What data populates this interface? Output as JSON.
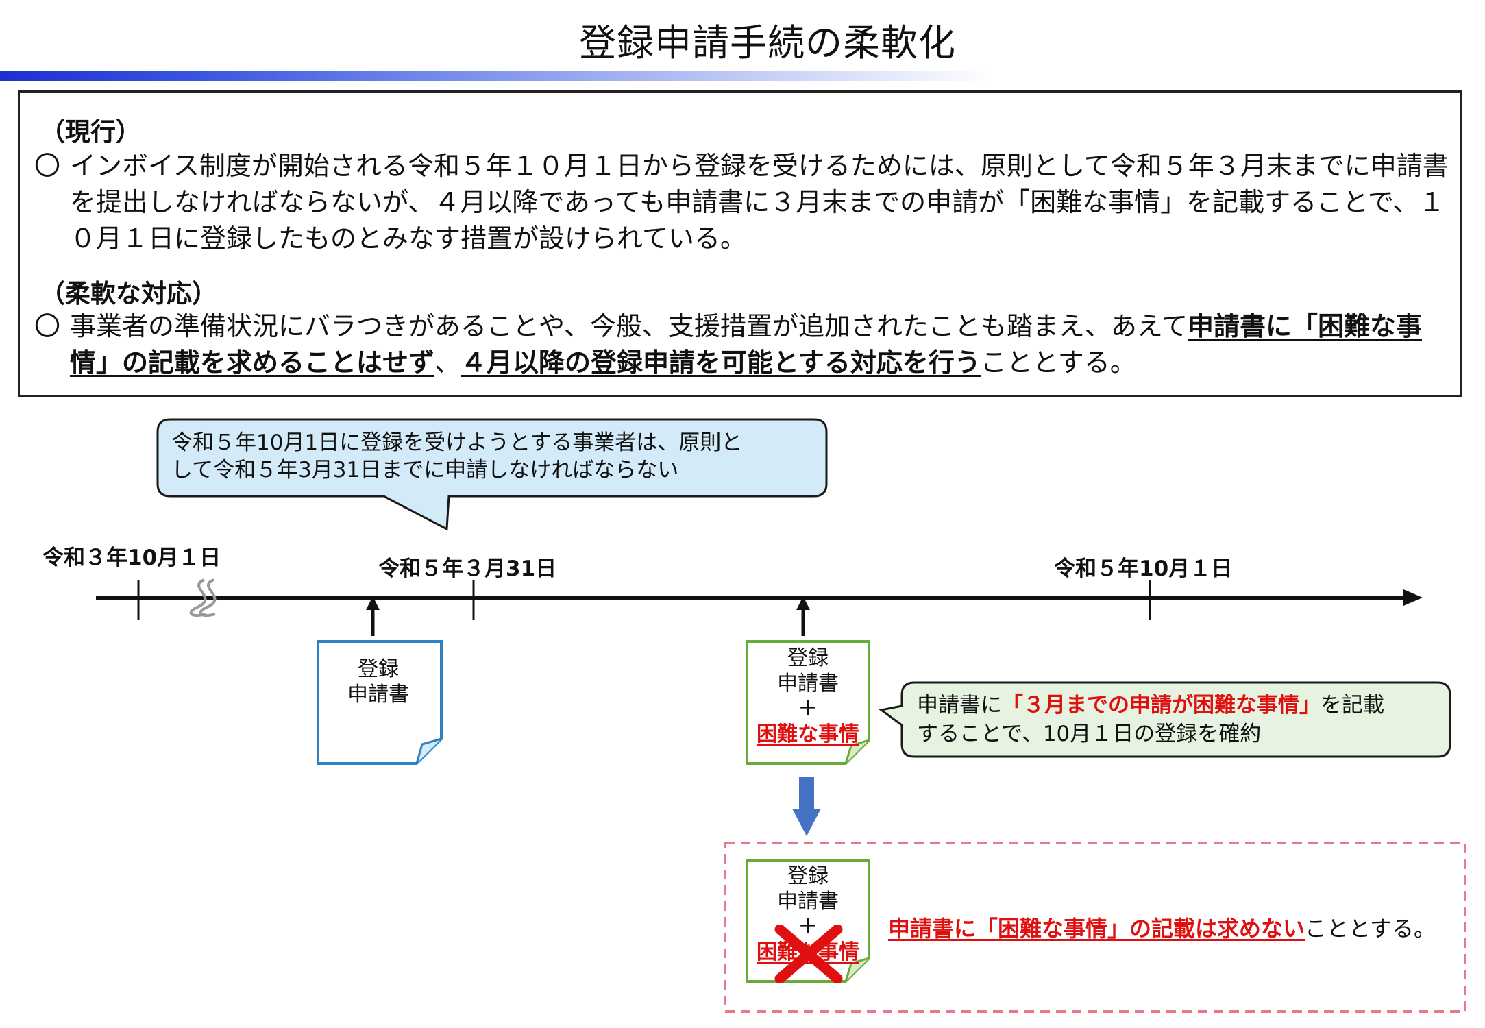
{
  "title": "登録申請手続の柔軟化",
  "current": {
    "heading": "（現行）",
    "bullet": "〇",
    "paragraph": "インボイス制度が開始される令和５年１０月１日から登録を受けるためには、原則として令和５年３月末までに申請書を提出しなければならないが、４月以降であっても申請書に３月末までの申請が「困難な事情」を記載することで、１０月１日に登録したものとみなす措置が設けられている。"
  },
  "flexible": {
    "heading": "（柔軟な対応）",
    "bullet": "〇",
    "text_1": "事業者の準備状況にバラつきがあることや、今般、支援措置が追加されたことも踏まえ、あえて",
    "bold_1": "申請書に「困難な事情」の記載を求めることはせず",
    "text_2": "、",
    "bold_2": "４月以降の登録申請を可能とする対応を行う",
    "text_3": "こととする。"
  },
  "callout_top": {
    "line1": "令和５年10月1日に登録を受けようとする事業者は、原則と",
    "line2": "して令和５年3月31日までに申請しなければならない"
  },
  "timeline": {
    "date_start": "令和３年10月１日",
    "date_mar": "令和５年３月31日",
    "date_oct": "令和５年10月１日"
  },
  "doc_blue": {
    "line1": "登録",
    "line2": "申請書"
  },
  "doc_green": {
    "line1": "登録",
    "line2": "申請書",
    "plus": "＋",
    "difficulty": "困難な事情"
  },
  "callout_green": {
    "prefix": "申請書に",
    "highlight": "「３月までの申請が困難な事情」",
    "suffix": "を記載",
    "line2": "することで、10月１日の登録を確約"
  },
  "doc_crossed": {
    "line1": "登録",
    "line2": "申請書",
    "plus": "＋",
    "difficulty": "困難な事情"
  },
  "conclusion": {
    "highlight": "申請書に「困難な事情」の記載は求めない",
    "suffix": "こととする。"
  },
  "colors": {
    "accent_blue": "#1d2fd0",
    "doc_blue_border": "#2f80c0",
    "doc_green_border": "#6aaa3a",
    "callout_top_fill": "#d3ebf8",
    "callout_green_fill": "#e6f3e0",
    "red": "#e01010",
    "arrow_blue": "#4472c4",
    "dashed_pink": "#e77a8a"
  }
}
